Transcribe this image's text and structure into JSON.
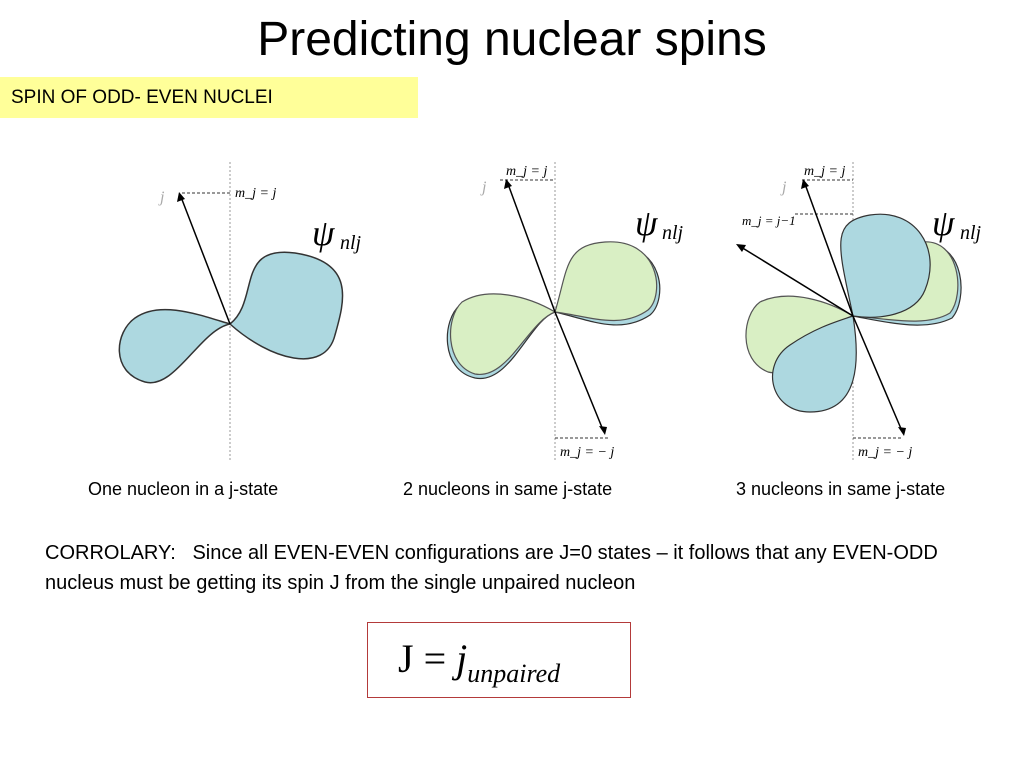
{
  "title": "Predicting nuclear spins",
  "banner": "SPIN OF ODD- EVEN NUCLEI",
  "diagrams": [
    {
      "caption": "One nucleon in a j-state",
      "psi": "ψ",
      "psi_sub": "nlj",
      "arrow_tip_label": "j",
      "mj_top": "m_j = j",
      "lobe_colors": [
        "#add8e0"
      ]
    },
    {
      "caption": "2 nucleons in same j-state",
      "psi": "ψ",
      "psi_sub": "nlj",
      "arrow_tip_label": "j",
      "mj_top": "m_j = j",
      "mj_bottom": "m_j = − j",
      "lobe_colors": [
        "#add8e0",
        "#d9efc4"
      ]
    },
    {
      "caption": "3 nucleons in same j-state",
      "psi": "ψ",
      "psi_sub": "nlj",
      "arrow_tip_label": "j",
      "mj_top": "m_j = j",
      "mj_mid": "m_j = j−1",
      "mj_bottom": "m_j = − j",
      "lobe_colors": [
        "#add8e0",
        "#d9efc4"
      ]
    }
  ],
  "corollary": "CORROLARY:   Since all EVEN-EVEN configurations are J=0 states – it follows that any EVEN-ODD nucleus must be getting its spin J from the single unpaired nucleon",
  "formula": {
    "lhs": "J",
    "eq": "=",
    "j": "j",
    "sub": "unpaired"
  }
}
